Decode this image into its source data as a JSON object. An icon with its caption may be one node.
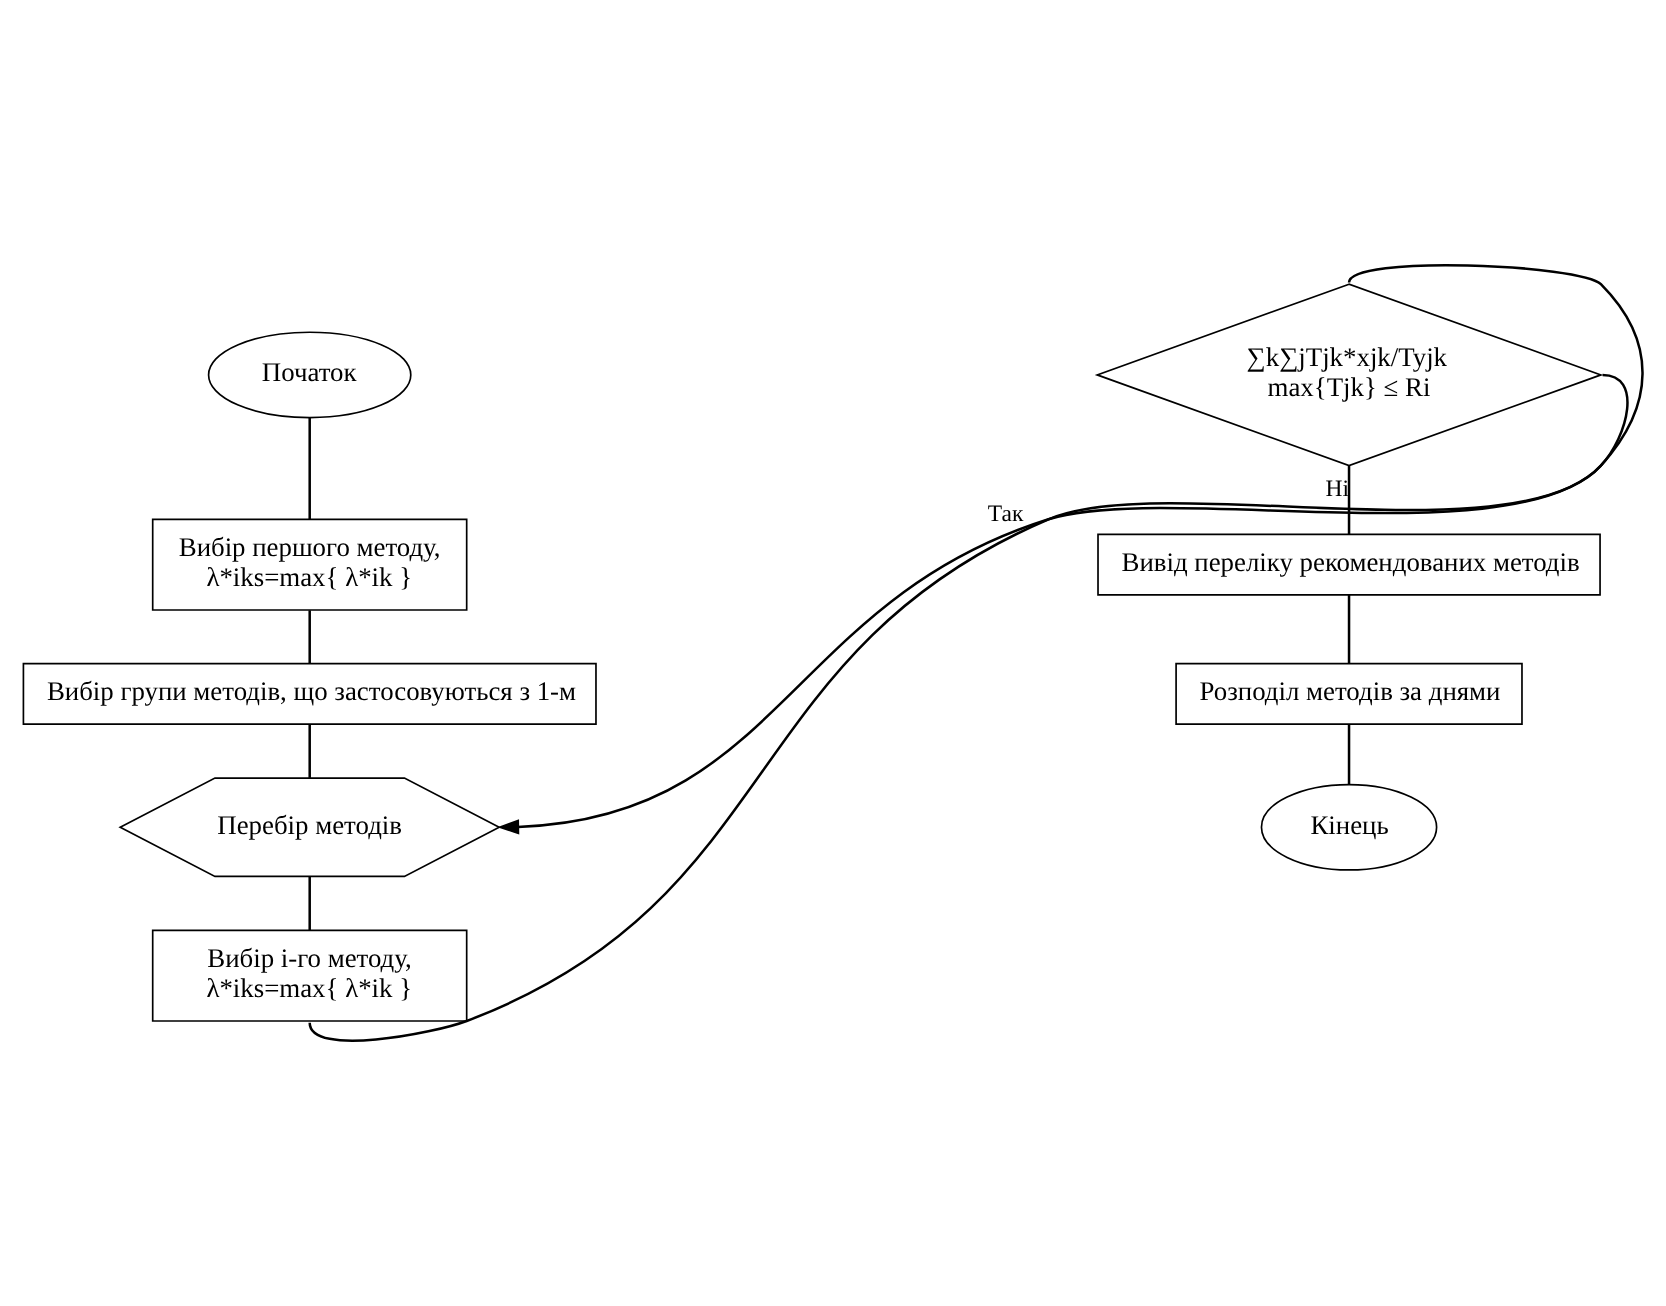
{
  "diagram": {
    "nodes": [
      {
        "text": [
          "Початок"
        ]
      },
      {
        "text": [
          "Вибір першого методу,",
          "λ*iks=max{ λ*ik }"
        ]
      },
      {
        "text": [
          "Вибір групи методів, що застосовуються з 1-м"
        ]
      },
      {
        "text": [
          "Перебір методів"
        ]
      },
      {
        "text": [
          "Вибір і-го методу,",
          "λ*iks=max{ λ*ik }"
        ]
      },
      {
        "text": [
          "∑k∑jTjk*xjk/Tyjk",
          "max{Tjk} ≤ Ri"
        ]
      },
      {
        "text": [
          "Вивід переліку рекомендованих методів"
        ]
      },
      {
        "text": [
          "Розподіл методів за днями"
        ]
      },
      {
        "text": [
          "Кінець"
        ]
      }
    ],
    "edges": [
      {
        "from": 0,
        "to": 1,
        "arrow": "none"
      },
      {
        "from": 1,
        "to": 2,
        "arrow": "none"
      },
      {
        "from": 2,
        "to": 3,
        "arrow": "none"
      },
      {
        "from": 3,
        "to": 4,
        "arrow": "none"
      },
      {
        "from": 4,
        "to": 5,
        "arrow": "none"
      },
      {
        "from": 5,
        "to": 3,
        "arrow": "to",
        "label": "Так"
      },
      {
        "from": 5,
        "to": 6,
        "arrow": "none",
        "label": "Ні"
      },
      {
        "from": 6,
        "to": 7,
        "arrow": "none"
      },
      {
        "from": 7,
        "to": 8,
        "arrow": "none"
      }
    ]
  }
}
